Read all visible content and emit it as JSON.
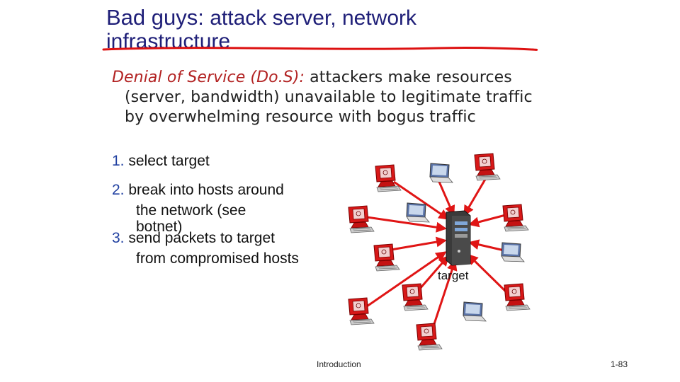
{
  "slide": {
    "title_line1_bold": "Bad guys:",
    "title_line1_rest": " attack server, network",
    "title_line2": "infrastructure",
    "definition_term": "Denial of Service (Do.S):",
    "definition_line1_rest": " attackers make resources",
    "definition_line2": "(server, bandwidth) unavailable to legitimate traffic",
    "definition_line3": "by overwhelming resource with bogus traffic",
    "steps": [
      {
        "num": "1.",
        "lines": [
          "select target"
        ]
      },
      {
        "num": "2.",
        "lines": [
          "break into hosts around",
          "the network (see",
          "botnet)"
        ]
      },
      {
        "num": "3.",
        "lines": [
          "send packets to target",
          "from compromised hosts"
        ]
      }
    ],
    "target_label": "target",
    "footer_center": "Introduction",
    "footer_right": "1-83"
  },
  "colors": {
    "title": "#1f1f78",
    "accent_red": "#e01515",
    "number_blue": "#1f3fa0",
    "definition_term": "#b22222"
  },
  "icons": {
    "compromised_host": "red-desktop-computer-icon",
    "legit_host": "laptop-icon",
    "server": "server-tower-icon"
  }
}
